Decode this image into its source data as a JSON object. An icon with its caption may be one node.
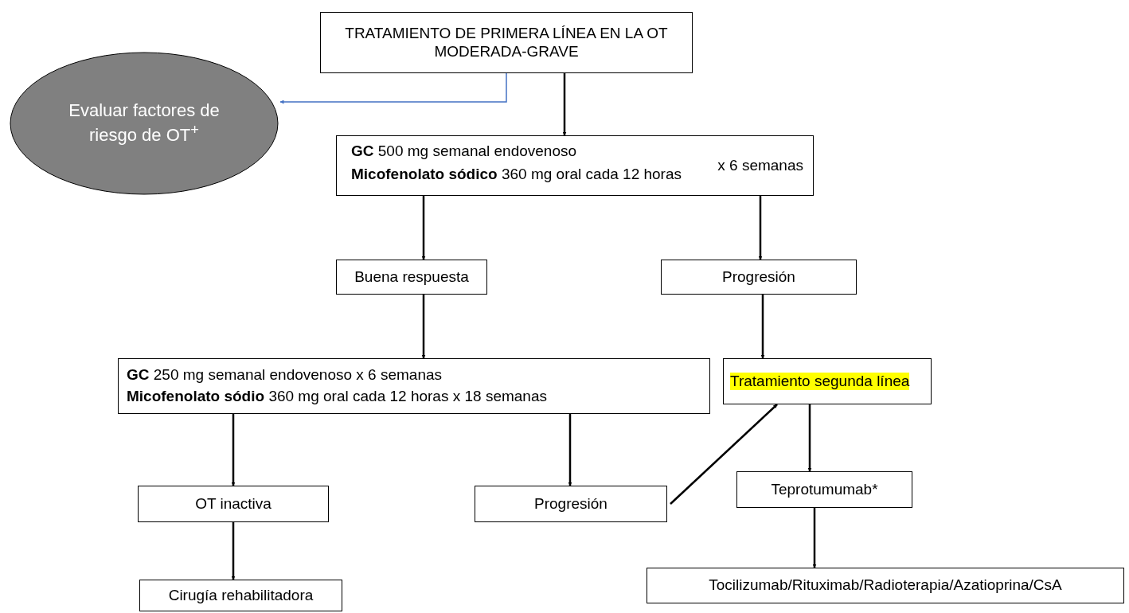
{
  "diagram": {
    "nodes": [
      {
        "text": [
          "TRATAMIENTO DE PRIMERA LÍNEA EN LA OT MODERADA-GRAVE"
        ]
      },
      {
        "text": [
          "Evaluar factores de riesgo de OT$^{+}$"
        ]
      },
      {
        "text": [
          "**GC** 500 mg semanal endovenoso",
          "x 6 semanas",
          "**Micofenolato sódico** 360 mg oral cada 12 horas"
        ]
      },
      {
        "text": [
          "Buena respuesta"
        ]
      },
      {
        "text": [
          "Progresión"
        ]
      },
      {
        "text": [
          "**GC** 250 mg semanal endovenoso x 6 semanas",
          "**Micofenolato sódio** 360 mg oral cada 12 horas x 18 semanas"
        ]
      },
      {
        "text": [
          "Tratamiento segunda línea"
        ]
      },
      {
        "text": [
          "OT inactiva"
        ]
      },
      {
        "text": [
          "Progresión"
        ]
      },
      {
        "text": [
          "Teprotumumab*"
        ]
      },
      {
        "text": [
          "Cirugía rehabilitadora"
        ]
      },
      {
        "text": [
          "Tocilizumab/Rituximab/Radioterapia/Azatioprina/CsA"
        ]
      }
    ],
    "edges": [
      {
        "from": 0,
        "to": 2,
        "arrow": "to"
      },
      {
        "from": 0,
        "to": 1,
        "arrow": "to",
        "color": "#4472c4"
      },
      {
        "from": 2,
        "to": 3,
        "arrow": "to"
      },
      {
        "from": 2,
        "to": 4,
        "arrow": "to"
      },
      {
        "from": 3,
        "to": 5,
        "arrow": "to"
      },
      {
        "from": 4,
        "to": 6,
        "arrow": "to"
      },
      {
        "from": 5,
        "to": 7,
        "arrow": "to"
      },
      {
        "from": 5,
        "to": 8,
        "arrow": "to"
      },
      {
        "from": 8,
        "to": 6,
        "arrow": "to"
      },
      {
        "from": 6,
        "to": 9,
        "arrow": "to"
      },
      {
        "from": 7,
        "to": 10,
        "arrow": "to"
      },
      {
        "from": 9,
        "to": 11,
        "arrow": "to"
      }
    ]
  }
}
